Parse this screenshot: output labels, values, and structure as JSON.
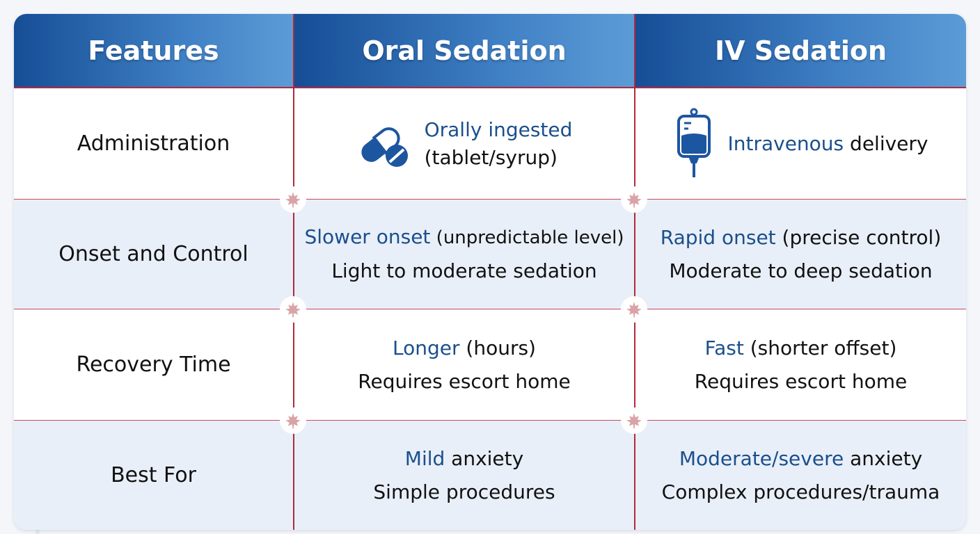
{
  "columns": {
    "features": "Features",
    "oral": "Oral Sedation",
    "iv": "IV Sedation"
  },
  "rows": [
    {
      "feature": "Administration",
      "oral": {
        "highlight": "Orally ingested",
        "rest": "",
        "line2": "(tablet/syrup)",
        "icon": "pill-icon"
      },
      "iv": {
        "highlight": "Intravenous",
        "rest": " delivery",
        "line2": "",
        "icon": "iv-bag-icon"
      }
    },
    {
      "feature": "Onset and Control",
      "oral": {
        "highlight": "Slower onset",
        "rest": " (unpredictable level)",
        "line2": "Light to moderate sedation"
      },
      "iv": {
        "highlight": "Rapid onset",
        "rest": " (precise control)",
        "line2": "Moderate to deep sedation"
      }
    },
    {
      "feature": "Recovery Time",
      "oral": {
        "highlight": "Longer",
        "rest": " (hours)",
        "line2": "Requires escort home"
      },
      "iv": {
        "highlight": "Fast",
        "rest": " (shorter offset)",
        "line2": "Requires escort home"
      }
    },
    {
      "feature": "Best For",
      "oral": {
        "highlight": "Mild",
        "rest": " anxiety",
        "line2": "Simple procedures"
      },
      "iv": {
        "highlight": "Moderate/severe",
        "rest": " anxiety",
        "line2": "Complex procedures/trauma"
      }
    }
  ],
  "colors": {
    "header_start": "#164e96",
    "header_end": "#5b9cd7",
    "divider": "#b2283c",
    "highlight_text": "#1b4f8c",
    "alt_row": "#e9eff8",
    "maple_leaf": "#d9a3a8"
  },
  "icons": [
    "pill-icon",
    "iv-bag-icon",
    "maple-leaf-icon"
  ]
}
